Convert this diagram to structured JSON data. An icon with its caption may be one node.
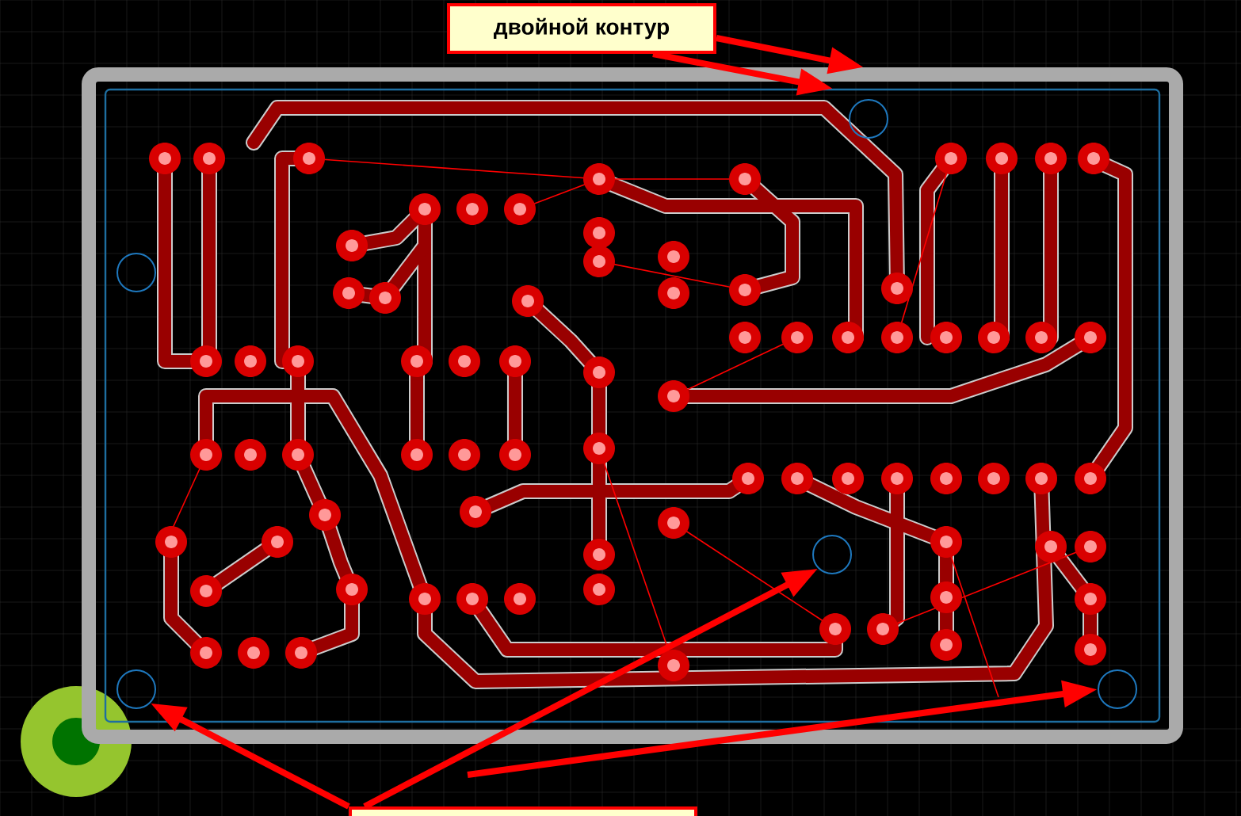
{
  "diagram": {
    "nodes": [
      {
        "text": [
          "двойной контур"
        ]
      },
      {
        "text": [],
        "shape": "box"
      },
      {
        "text": [],
        "shape": "box",
        "in": 1
      },
      {
        "text": [],
        "shape": "circle",
        "in": 2
      },
      {
        "text": [],
        "shape": "circle",
        "in": 2
      },
      {
        "text": [],
        "shape": "circle",
        "in": 2
      },
      {
        "text": [],
        "shape": "circle",
        "in": 2
      },
      {
        "text": [],
        "shape": "circle",
        "in": 2
      },
      {
        "text": [],
        "shape": "box"
      }
    ],
    "edges": [
      {
        "from": 0,
        "to": 1,
        "arrow": "to"
      },
      {
        "from": 0,
        "to": 2,
        "arrow": "to"
      },
      {
        "from": 8,
        "to": 6,
        "arrow": "to"
      },
      {
        "from": 8,
        "to": 5,
        "arrow": "to"
      },
      {
        "from": 8,
        "to": 7,
        "arrow": "to"
      }
    ]
  }
}
